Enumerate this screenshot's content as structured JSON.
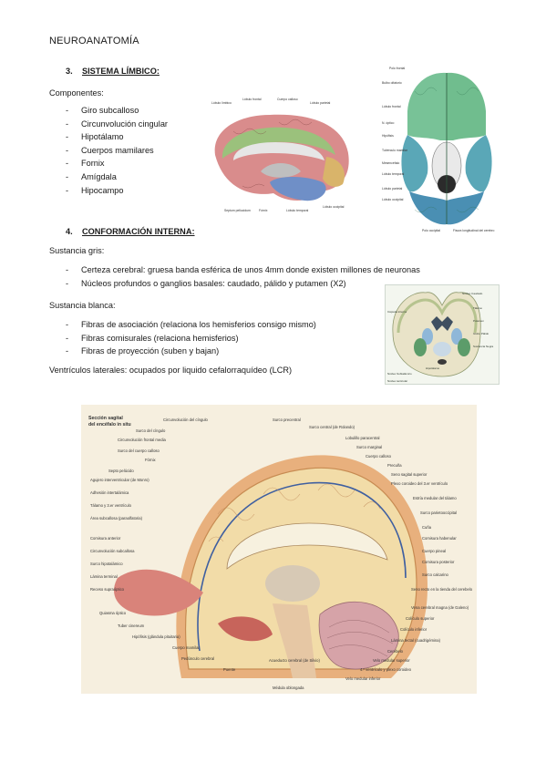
{
  "heading": "NEUROANATOMÍA",
  "section3": {
    "number": "3.",
    "title": "SISTEMA LÍMBICO:",
    "components_label": "Componentes:",
    "items": [
      "Giro subcalloso",
      "Circunvolución cingular",
      "Hipotálamo",
      "Cuerpos mamilares",
      "Fornix",
      "Amígdala",
      "Hipocampo"
    ]
  },
  "section4": {
    "number": "4.",
    "title": "CONFORMACIÓN INTERNA:",
    "gray_label": "Sustancia gris:",
    "gray_items": [
      "Certeza cerebral: gruesa banda esférica de unos 4mm donde existen millones de neuronas",
      "Núcleos profundos o ganglios basales: caudado, pálido y putamen (X2)"
    ],
    "white_label": "Sustancia blanca:",
    "white_items": [
      "Fibras de asociación (relaciona los hemisferios consigo mismo)",
      "Fibras comisurales (relaciona hemisferios)",
      "Fibras de proyección (suben y bajan)"
    ],
    "ventricles": "Ventrículos laterales: ocupados por liquido cefalorraquídeo (LCR)"
  },
  "figure_limbic": {
    "labels": [
      "Lóbulo límbico",
      "Lóbulo frontal",
      "Cuerpo calloso",
      "Lóbulo parietal",
      "Lóbulo occipital",
      "Lóbulo temporal",
      "Fórnix",
      "Septum pellucidum"
    ]
  },
  "figure_base": {
    "labels": [
      "Polo frontal",
      "Bulbo olfatorio",
      "Lóbulo frontal",
      "N. óptico",
      "Hipófisis",
      "Tubérculo mamilar",
      "Mesencéfalo",
      "Lóbulo temporal",
      "Lóbulo parietal",
      "Lóbulo occipital",
      "Polo occipital",
      "Fisura longitudinal del cerebro"
    ]
  },
  "figure_coronal": {
    "labels": [
      "Núcleo Caudado",
      "Tálamo",
      "Putamen",
      "Globo Pálido",
      "Sustancia Negra",
      "Cápsula interna",
      "Núcleo Subtalámico",
      "Hipotálamo",
      "Núcleo lenticular"
    ]
  },
  "figure_sagittal": {
    "title_line1": "Sección sagital",
    "title_line2": "del encéfalo in situ",
    "left_labels": [
      "Circunvolución del cíngulo",
      "Surco del cíngulo",
      "Circunvolución frontal media",
      "Surco del cuerpo calloso",
      "Fórnix",
      "Septo pelúcido",
      "Agujero interventricular (de Monro)",
      "Adhesión intertalámica",
      "Tálamo y 3.er ventrículo",
      "Área subcallosa (paraolfatoria)",
      "Comisura anterior",
      "Circunvolución subcallosa",
      "Surco hipotalámico",
      "Lámina terminal",
      "Receso supraóptico",
      "Quiasma óptico",
      "Tuber cinereum",
      "Hipófisis (glándula pituitaria)",
      "Cuerpo mamilar",
      "Pedúnculo cerebral",
      "Puente",
      "Acueducto cerebral (de Silvio)",
      "Médula oblongada"
    ],
    "right_labels": [
      "Surco precentral",
      "Surco central (de Rolando)",
      "Lobulillo paracentral",
      "Surco marginal",
      "Cuerpo calloso",
      "Precuña",
      "Seno sagital superior",
      "Plexo coroideo del 3.er ventrículo",
      "Estría medular del tálamo",
      "Surco parietooccipital",
      "Cuña",
      "Comisura habenular",
      "Cuerpo pineal",
      "Comisura posterior",
      "Surco calcarino",
      "Seno recto en la tienda del cerebelo",
      "Vena cerebral magna (de Galeno)",
      "Colículo superior",
      "Colículo inferior",
      "Lámina tectal (cuadrigémina)",
      "Cerebelo",
      "Velo medular superior",
      "4.º ventrículo y plexo coroideo",
      "Velo medular inferior"
    ]
  }
}
